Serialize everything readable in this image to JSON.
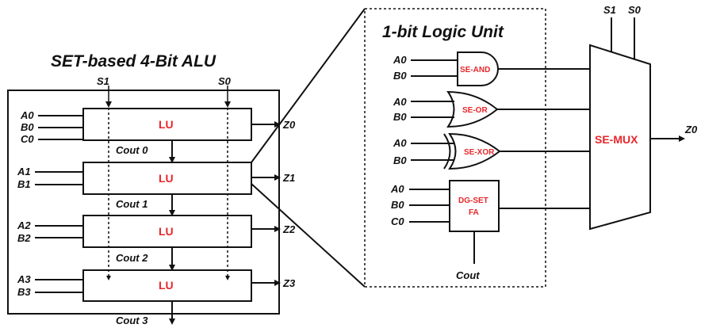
{
  "alu": {
    "title": "SET-based 4-Bit ALU",
    "selects": [
      "S1",
      "S0"
    ],
    "lu_label": "LU",
    "units": [
      {
        "inputs": [
          "A0",
          "B0",
          "C0"
        ],
        "output": "Z0",
        "carry": "Cout 0"
      },
      {
        "inputs": [
          "A1",
          "B1"
        ],
        "output": "Z1",
        "carry": "Cout 1"
      },
      {
        "inputs": [
          "A2",
          "B2"
        ],
        "output": "Z2",
        "carry": "Cout 2"
      },
      {
        "inputs": [
          "A3",
          "B3"
        ],
        "output": "Z3",
        "carry": "Cout 3"
      }
    ]
  },
  "logic_unit": {
    "title": "1-bit Logic Unit",
    "gates": [
      {
        "label": "SE-AND",
        "inputs": [
          "A0",
          "B0"
        ]
      },
      {
        "label": "SE-OR",
        "inputs": [
          "A0",
          "B0"
        ]
      },
      {
        "label": "SE-XOR",
        "inputs": [
          "A0",
          "B0"
        ]
      }
    ],
    "adder": {
      "label_line1": "DG-SET",
      "label_line2": "FA",
      "inputs": [
        "A0",
        "B0",
        "C0"
      ],
      "carry_out": "Cout"
    }
  },
  "mux": {
    "label": "SE-MUX",
    "selects": [
      "S1",
      "S0"
    ],
    "output": "Z0"
  },
  "colors": {
    "accent_red": "#e8262a",
    "line": "#111111"
  }
}
